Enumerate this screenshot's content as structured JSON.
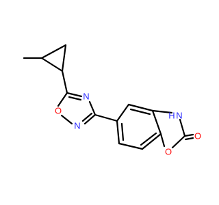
{
  "structure": {
    "labels": [
      {
        "id": "n-oxadiazole-4",
        "text": "N",
        "color": "#2a2aff"
      },
      {
        "id": "o-oxadiazole-1",
        "text": "O",
        "color": "#ff0d0d"
      },
      {
        "id": "n-oxadiazole-2",
        "text": "N",
        "color": "#2a2aff"
      },
      {
        "id": "nh-benzoxazolone",
        "text": "N",
        "sub": "H",
        "color": "#2a2aff"
      },
      {
        "id": "o-ring-benzoxazolone",
        "text": "O",
        "color": "#ff0d0d"
      },
      {
        "id": "o-carbonyl",
        "text": "O",
        "color": "#ff0d0d"
      }
    ],
    "colors": {
      "bond": "#000000",
      "nitrogen": "#2a2aff",
      "oxygen": "#ff0d0d"
    }
  }
}
